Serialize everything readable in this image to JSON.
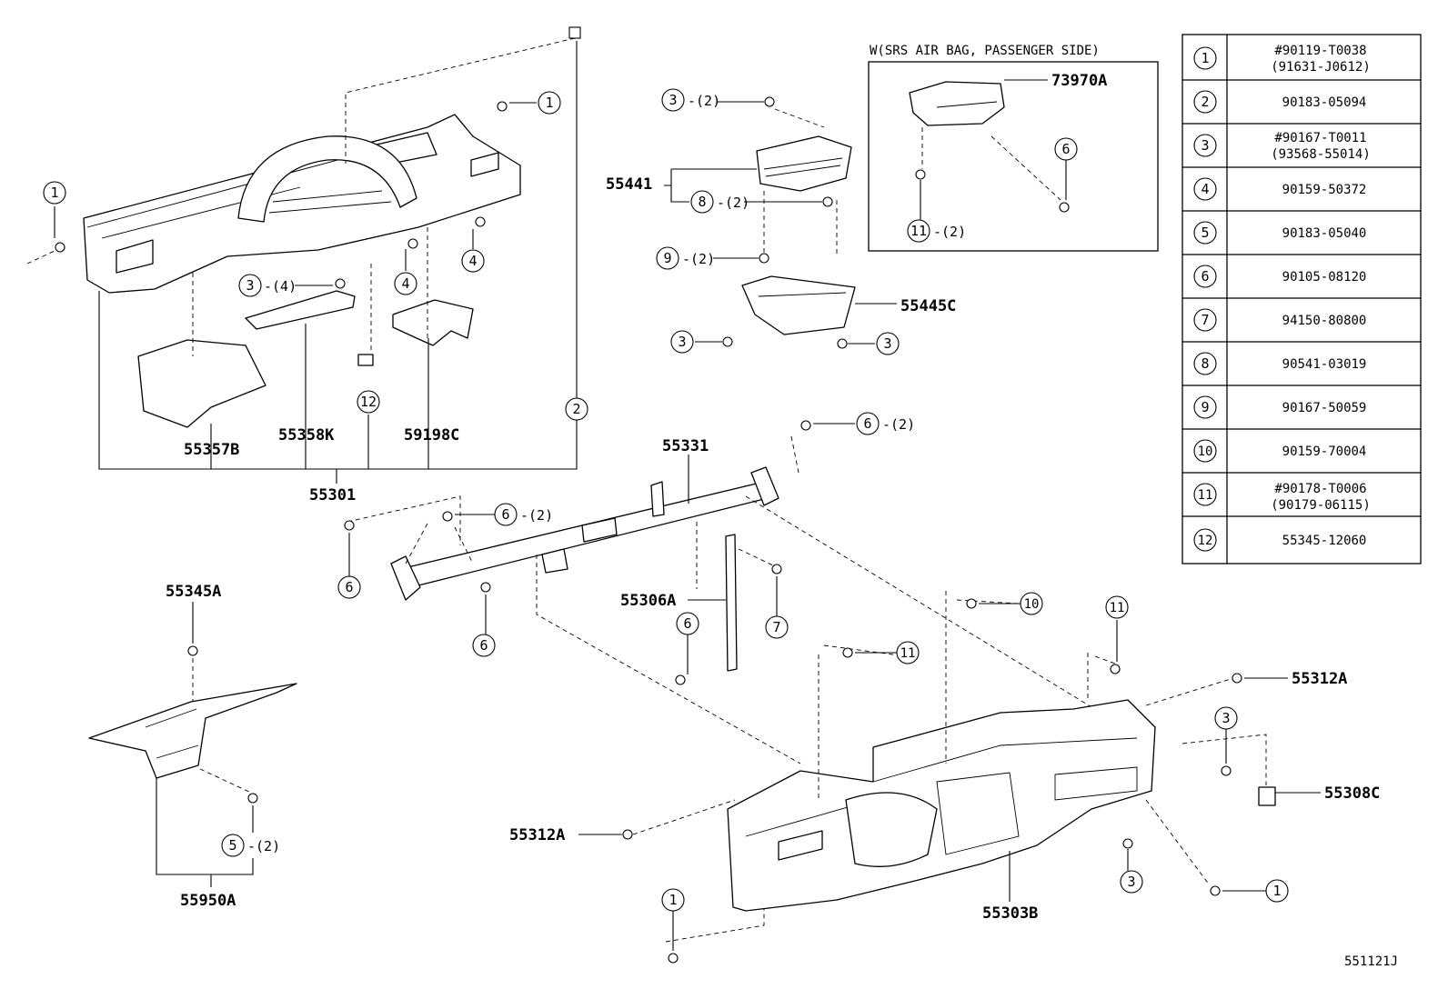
{
  "labels": {
    "l55357B": "55357B",
    "l55358K": "55358K",
    "l59198C": "59198C",
    "l55301": "55301",
    "l55441": "55441",
    "l55445C": "55445C",
    "l73970A": "73970A",
    "l55331": "55331",
    "l55306A": "55306A",
    "l55345A": "55345A",
    "l55950A": "55950A",
    "l55312A_right": "55312A",
    "l55312A_left": "55312A",
    "l55308C": "55308C",
    "l55303B": "55303B"
  },
  "callouts": {
    "c1_top": "1",
    "c1_left": "1",
    "c1_bot": "1",
    "c1_right": "1",
    "c2": "2",
    "c3_dash": "3",
    "c3_air": "3",
    "c3_l": "3",
    "c3_r": "3",
    "c3_dash2": "3",
    "c3_right": "3",
    "c4_a": "4",
    "c4_b": "4",
    "c5": "5",
    "c6_air": "6",
    "c6_top": "6",
    "c6_mid": "6",
    "c6_left": "6",
    "c6_low": "6",
    "c6_bar": "6",
    "c7": "7",
    "c8": "8",
    "c9": "9",
    "c10": "10",
    "c11_air": "11",
    "c11_a": "11",
    "c11_b": "11",
    "c12": "12"
  },
  "quantities": {
    "q3_4": "-(4)",
    "q3_2": "-(2)",
    "q8_2": "-(2)",
    "q9_2": "-(2)",
    "q11_2": "-(2)",
    "q6_2_top": "-(2)",
    "q6_2_mid": "-(2)",
    "q5_2": "-(2)"
  },
  "inset": {
    "title": "W(SRS AIR BAG, PASSENGER SIDE)"
  },
  "legend": [
    {
      "num": "1",
      "line1": "#90119-T0038",
      "line2": "(91631-J0612)"
    },
    {
      "num": "2",
      "line1": "90183-05094",
      "line2": ""
    },
    {
      "num": "3",
      "line1": "#90167-T0011",
      "line2": "(93568-55014)"
    },
    {
      "num": "4",
      "line1": "90159-50372",
      "line2": ""
    },
    {
      "num": "5",
      "line1": "90183-05040",
      "line2": ""
    },
    {
      "num": "6",
      "line1": "90105-08120",
      "line2": ""
    },
    {
      "num": "7",
      "line1": "94150-80800",
      "line2": ""
    },
    {
      "num": "8",
      "line1": "90541-03019",
      "line2": ""
    },
    {
      "num": "9",
      "line1": "90167-50059",
      "line2": ""
    },
    {
      "num": "10",
      "line1": "90159-70004",
      "line2": ""
    },
    {
      "num": "11",
      "line1": "#90178-T0006",
      "line2": "(90179-06115)"
    },
    {
      "num": "12",
      "line1": "55345-12060",
      "line2": ""
    }
  ],
  "figure_ref": "551121J"
}
